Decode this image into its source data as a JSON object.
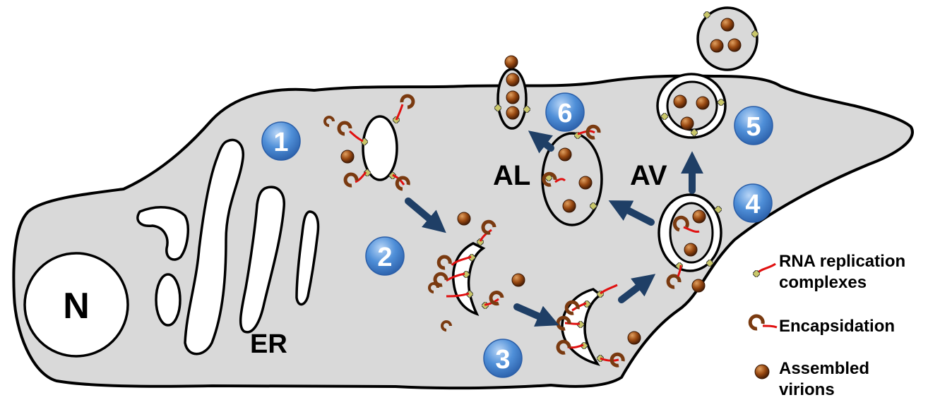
{
  "labels": {
    "nucleus": "N",
    "er": "ER",
    "al": "AL",
    "av": "AV"
  },
  "steps": [
    "1",
    "2",
    "3",
    "4",
    "5",
    "6"
  ],
  "legend": {
    "replication_line1": "RNA replication",
    "replication_line2": "complexes",
    "encapsidation": "Encapsidation",
    "virions_line1": "Assembled",
    "virions_line2": "virions"
  },
  "colors": {
    "cytoplasm": "#d9d9d9",
    "outline": "#000000",
    "step_circle": "#4a86d4",
    "arrow": "#1f3f66",
    "virion": "#8b4513",
    "rna": "#e01010",
    "complex": "#c9c76a"
  },
  "icons": {
    "replication": "rna-replication-complex-icon",
    "encapsidation": "encapsidation-icon",
    "virion": "virion-icon"
  }
}
